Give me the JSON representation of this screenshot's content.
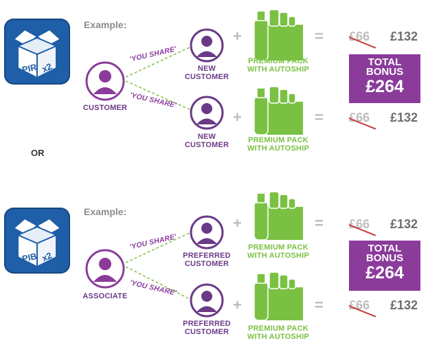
{
  "sections": [
    {
      "box_badge": "PIR",
      "box_multiplier": "x2",
      "example_label": "Example:",
      "sharer_label": "CUSTOMER",
      "share_label_1": "'YOU SHARE'",
      "share_label_2": "'YOU SHARE'",
      "recipient_label_1": "NEW\nCUSTOMER",
      "recipient_label_2": "NEW\nCUSTOMER",
      "pack_label_1": "PREMIUM PACK\nWITH AUTOSHIP",
      "pack_label_2": "PREMIUM PACK\nWITH AUTOSHIP",
      "plus": "+",
      "equals": "=",
      "old_price_1": "£66",
      "new_price_1": "£132",
      "old_price_2": "£66",
      "new_price_2": "£132",
      "total_bonus_line1": "TOTAL",
      "total_bonus_line2": "BONUS",
      "total_bonus_amount": "£264"
    },
    {
      "box_badge": "PIB",
      "box_multiplier": "x2",
      "example_label": "Example:",
      "sharer_label": "ASSOCIATE",
      "share_label_1": "'YOU SHARE'",
      "share_label_2": "'YOU SHARE'",
      "recipient_label_1": "PREFERRED\nCUSTOMER",
      "recipient_label_2": "PREFERRED\nCUSTOMER",
      "pack_label_1": "PREMIUM PACK\nWITH AUTOSHIP",
      "pack_label_2": "PREMIUM PACK\nWITH AUTOSHIP",
      "plus": "+",
      "equals": "=",
      "old_price_1": "£66",
      "new_price_1": "£132",
      "old_price_2": "£66",
      "new_price_2": "£132",
      "total_bonus_line1": "TOTAL",
      "total_bonus_line2": "BONUS",
      "total_bonus_amount": "£264"
    }
  ],
  "or_label": "OR",
  "colors": {
    "box_blue": "#1f5fa8",
    "purple": "#8b3b9a",
    "green": "#7ac143",
    "gray": "#bdbdbd",
    "strike_red": "#c93a3a"
  },
  "icons": [
    "open-box-icon",
    "person-icon",
    "product-pack-icon"
  ]
}
